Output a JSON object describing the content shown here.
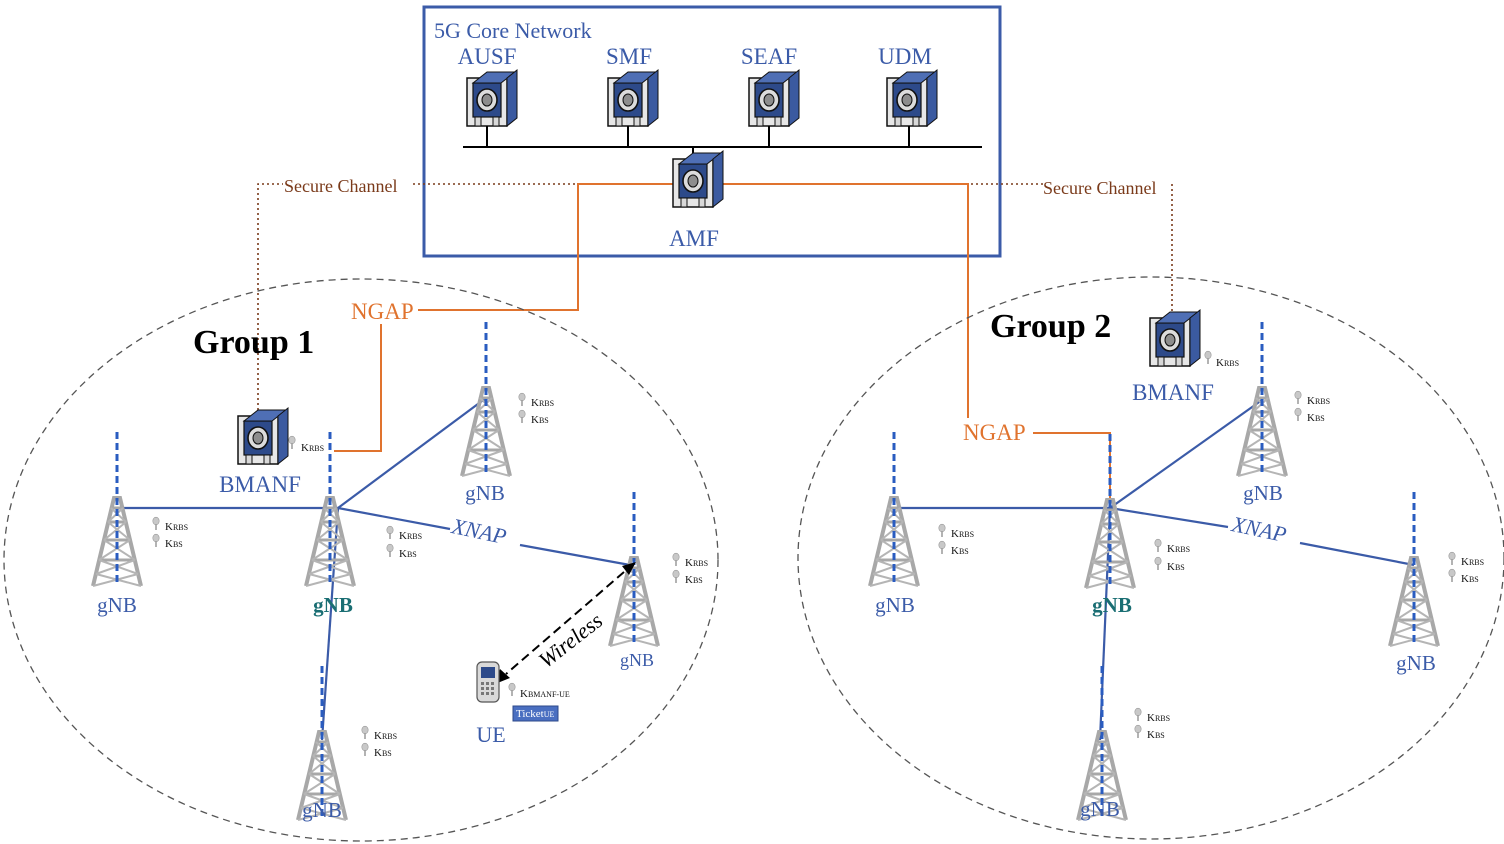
{
  "core": {
    "title": "5G Core Network",
    "functions": [
      "AUSF",
      "SMF",
      "SEAF",
      "UDM"
    ],
    "amf_label": "AMF"
  },
  "channels": {
    "secure_left": "Secure Channel",
    "secure_right": "Secure Channel",
    "ngap_left": "NGAP",
    "ngap_right": "NGAP",
    "xnap_left": "XNAP",
    "xnap_right": "XNAP",
    "wireless": "Wireless"
  },
  "groups": [
    {
      "title": "Group 1",
      "bmanf_label": "BMANF",
      "bmanf_key": {
        "main": "K",
        "sub": "RBS"
      },
      "gnb_labels": [
        "gNB",
        "gNB",
        "gNB",
        "gNB",
        "gNB"
      ],
      "ue_label": "UE",
      "ue_key": {
        "main": "K",
        "sub": "BMANF-UE"
      },
      "ticket": {
        "main": "Ticket",
        "sub": "UE"
      }
    },
    {
      "title": "Group 2",
      "bmanf_label": "BMANF",
      "bmanf_key": {
        "main": "K",
        "sub": "RBS"
      },
      "gnb_labels": [
        "gNB",
        "gNB",
        "gNB",
        "gNB",
        "gNB"
      ]
    }
  ],
  "keys": {
    "rbs": {
      "main": "K",
      "sub": "RBS"
    },
    "bs": {
      "main": "K",
      "sub": "BS"
    }
  },
  "colors": {
    "frame": "#3b5ba8",
    "link": "#3b5ba8",
    "ngap": "#e0732e",
    "secure": "#7a3a1a",
    "group_border": "#555555",
    "tower": "#a8a8a8",
    "tower_mast": "#2a5cc0",
    "server_face": "#2d4a8a",
    "center_gnb": "#1a6e73"
  }
}
